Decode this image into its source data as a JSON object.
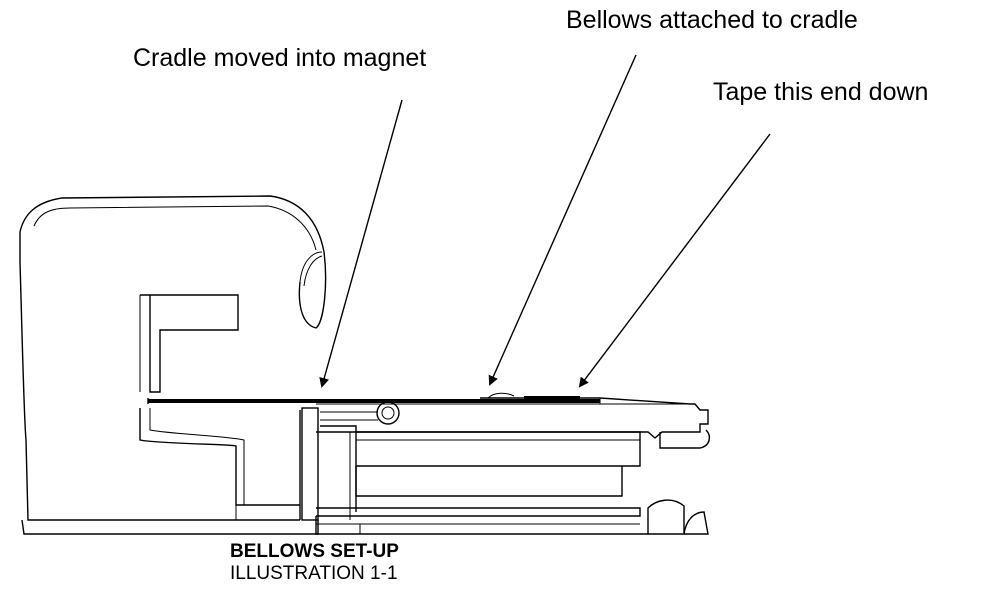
{
  "callouts": {
    "cradle": "Cradle moved into magnet",
    "bellows": "Bellows attached to cradle",
    "tape": "Tape this end down"
  },
  "caption": {
    "title": "BELLOWS SET-UP",
    "subtitle": "ILLUSTRATION 1-1"
  }
}
